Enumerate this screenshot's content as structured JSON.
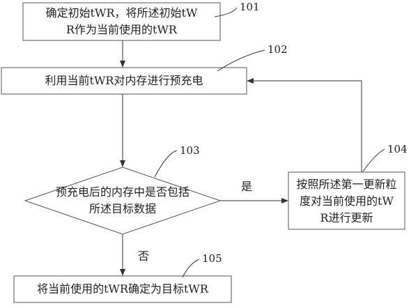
{
  "steps": {
    "s101": {
      "id": "101",
      "line1": "确定初始tWR，将所述初始tW",
      "line2": "R作为当前使用的tWR"
    },
    "s102": {
      "id": "102",
      "text": "利用当前tWR对内存进行预充电"
    },
    "s103": {
      "id": "103",
      "line1": "预充电后的内存中是否包括",
      "line2": "所述目标数据"
    },
    "s104": {
      "id": "104",
      "line1": "按照所述第一更新粒",
      "line2": "度对当前使用的tW",
      "line3": "R进行更新"
    },
    "s105": {
      "id": "105",
      "text": "将当前使用的tWR确定为目标tWR"
    }
  },
  "branches": {
    "yes": "是",
    "no": "否"
  }
}
